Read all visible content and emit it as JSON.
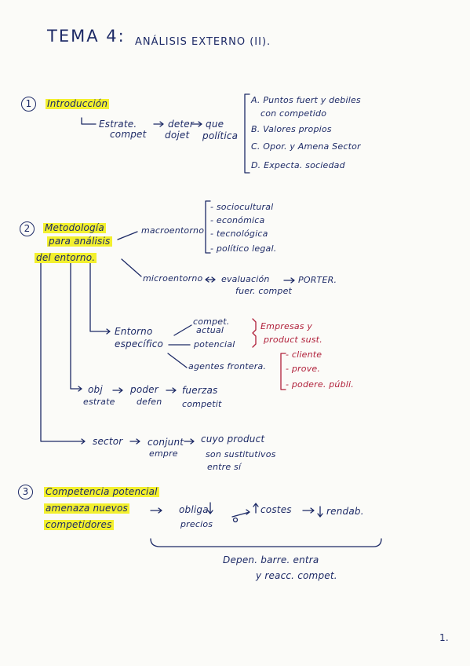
{
  "title": {
    "main": "TEMA 4:",
    "rest": "ANÁLISIS EXTERNO (II)."
  },
  "s1": {
    "num": "1",
    "title": "Introducción",
    "estrate": "Estrate.",
    "compet": "compet",
    "deter": "deter",
    "dojet": "dojet",
    "que": "que",
    "politica": "política",
    "list": [
      "A. Puntos fuert y debiles",
      "con competido",
      "B. Valores propios",
      "C. Opor. y Amena Sector",
      "D. Expecta. sociedad"
    ]
  },
  "s2": {
    "num": "2",
    "title_lines": [
      "Metodología",
      "para análisis",
      "del entorno."
    ],
    "macro": "macroentorno",
    "macro_items": [
      "- sociocultural",
      "- económica",
      "- tecnológica",
      "- político legal."
    ],
    "micro": "microentorno",
    "evaluacion": "evaluación",
    "fuer_compet": "fuer. compet",
    "porter": "PORTER.",
    "entorno": "Entorno",
    "especifico": "específico",
    "compet_actual_1": "compet.",
    "compet_actual_2": "actual",
    "potencial": "potencial",
    "empresas": "Empresas y",
    "product_sust": "product sust.",
    "agentes": "agentes frontera.",
    "agentes_items": [
      "- cliente",
      "- prove.",
      "- podere. públi."
    ],
    "obj": "obj",
    "estrate2": "estrate",
    "poder": "poder",
    "defen": "defen",
    "fuerzas": "fuerzas",
    "competit": "competit",
    "sector": "sector",
    "conjunt": "conjunt",
    "empre": "empre",
    "cuyo_product": "cuyo product",
    "son_sustitutivos": "son sustitutivos",
    "entre_si": "entre sí"
  },
  "s3": {
    "num": "3",
    "title_lines": [
      "Competencia potencial",
      "amenaza nuevos",
      "competidores"
    ],
    "obliga": "obliga",
    "precios": "precios",
    "costes": "costes",
    "rendab": "rendab.",
    "depen": "Depen. barre. entra",
    "reacc": "y reacc. compet."
  },
  "page_number": "1."
}
